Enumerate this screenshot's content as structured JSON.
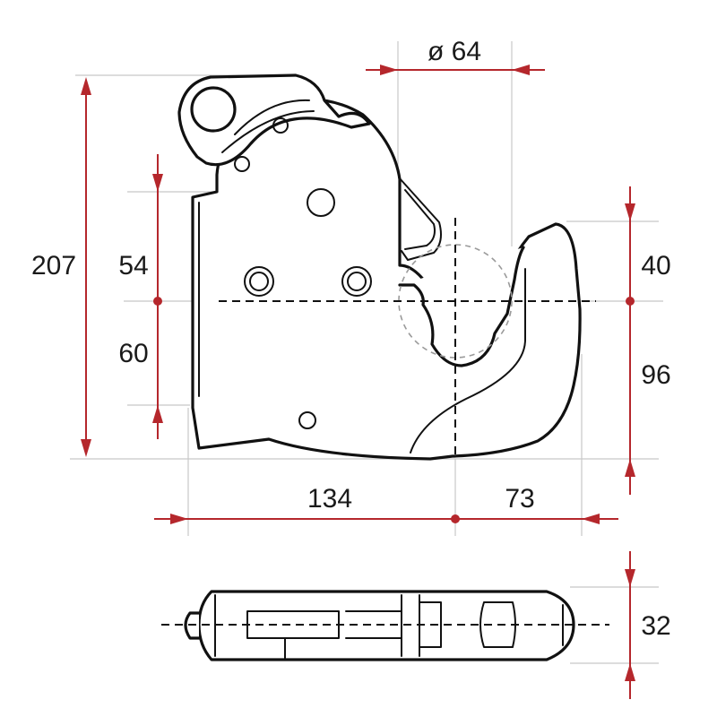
{
  "dimensions": {
    "diameter": "ø 64",
    "overall_height": "207",
    "upper_pin_offset": "54",
    "lower_pin_offset": "60",
    "hook_upper": "40",
    "hook_lower": "96",
    "length_to_center": "134",
    "center_to_tip": "73",
    "thickness": "32"
  }
}
